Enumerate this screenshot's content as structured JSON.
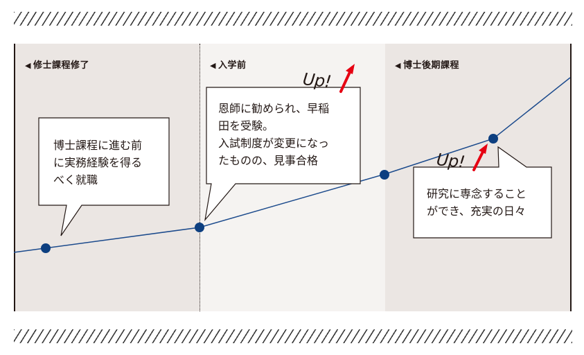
{
  "panels": [
    {
      "title": "修士課程修了"
    },
    {
      "title": "入学前"
    },
    {
      "title": "博士後期課程"
    }
  ],
  "callouts": [
    {
      "lines": [
        "博士課程に進む前",
        "に実務経験を得る",
        "べく就職"
      ]
    },
    {
      "lines": [
        "恩師に勧められ、早稲",
        "田を受験。",
        "入試制度が変更になっ",
        "たものの、見事合格"
      ]
    },
    {
      "lines": [
        "研究に専念すること",
        "ができ、充実の日々"
      ]
    }
  ],
  "up_labels": [
    "Up!",
    "Up!"
  ],
  "triangle_glyph": "◀",
  "colors": {
    "line": "#1b4a8c",
    "arrow": "#e60012",
    "panel_dark": "#ebe6e3",
    "panel_light": "#f5f3f1"
  }
}
